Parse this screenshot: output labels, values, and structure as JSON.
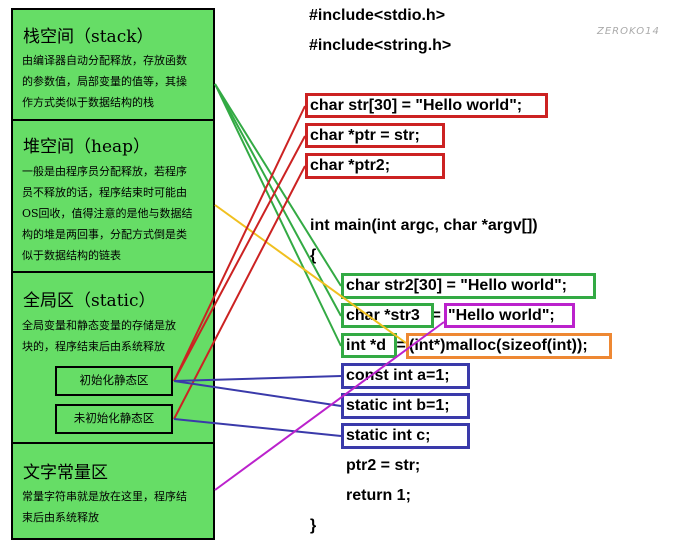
{
  "watermark": "ZEROKO14",
  "memory_regions": {
    "stack": {
      "title": "栈空间（stack）",
      "desc_lines": [
        "由编译器自动分配释放，存放函数",
        "的参数值，局部变量的值等，其操",
        "作方式类似于数据结构的栈"
      ]
    },
    "heap": {
      "title": "堆空间（heap）",
      "desc_lines": [
        "一般是由程序员分配释放，若程序",
        "员不释放的话，程序结束时可能由",
        "OS回收，值得注意的是他与数据结",
        "构的堆是两回事，分配方式倒是类",
        "似于数据结构的链表"
      ]
    },
    "global": {
      "title": "全局区（static）",
      "desc_lines": [
        "全局变量和静态变量的存储是放",
        "块的，程序结束后由系统释放"
      ],
      "init_label": "初始化静态区",
      "uninit_label": "未初始化静态区"
    },
    "literal": {
      "title": "文字常量区",
      "desc_lines": [
        "常量字符串就是放在这里，程序结",
        "束后由系统释放"
      ]
    }
  },
  "code_lines": {
    "inc1": "#include<stdio.h>",
    "inc2": "#include<string.h>",
    "g1": "char str[30] = \"Hello world\";",
    "g2": "char *ptr = str;",
    "g3": "char *ptr2;",
    "main": "int main(int argc, char *argv[])",
    "brace_open": "{",
    "l1": "char str2[30] = \"Hello world\";",
    "l2a": "char *str3",
    "l2b": " = ",
    "l2c": "\"Hello world\";",
    "l3a": "int *d",
    "l3b": " = ",
    "l3c": "(int*)malloc(sizeof(int));",
    "l4": "const int a=1;",
    "l5": "static int b=1;",
    "l6": "static int c;",
    "l7": "ptr2 = str;",
    "l8": "return 1;",
    "brace_close": "}"
  },
  "colors": {
    "panel": "#66dd66",
    "red": "#cc2222",
    "green": "#33aa44",
    "purple": "#bb22cc",
    "orange": "#ee8833",
    "blue": "#3a3aaa",
    "yellow": "#f0c020"
  }
}
